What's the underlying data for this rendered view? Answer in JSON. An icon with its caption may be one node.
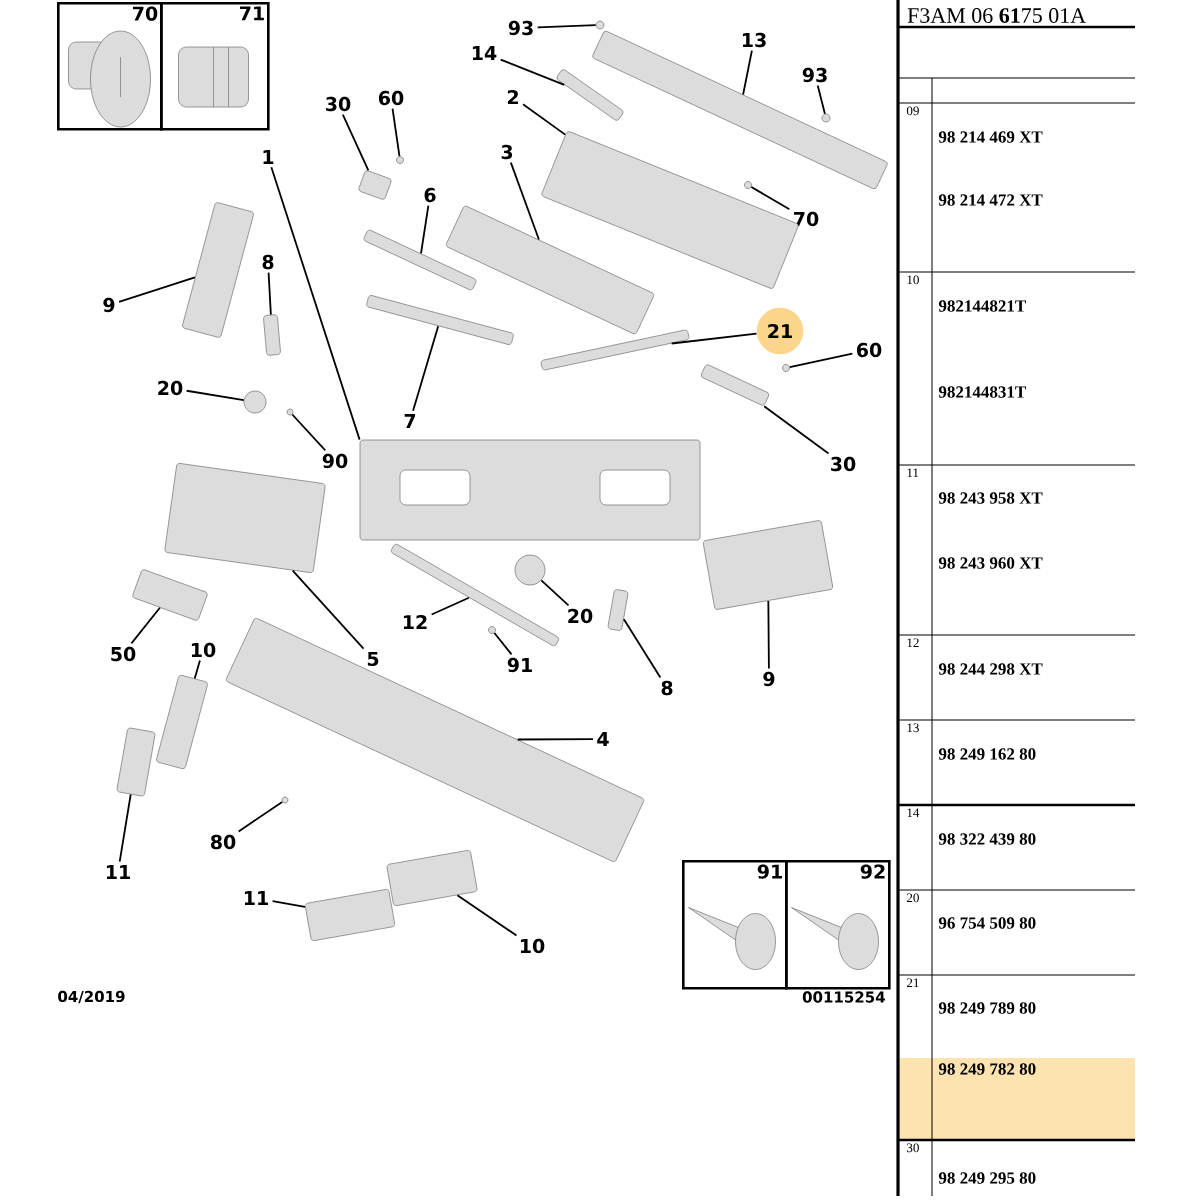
{
  "diagram": {
    "nodes": [
      {
        "text": [
          "70"
        ]
      },
      {
        "text": [
          "71"
        ]
      },
      {
        "text": [
          "93"
        ]
      },
      {
        "text": [
          "14"
        ]
      },
      {
        "text": [
          "13"
        ]
      },
      {
        "text": [
          "93"
        ]
      },
      {
        "text": [
          "2"
        ]
      },
      {
        "text": [
          "30"
        ]
      },
      {
        "text": [
          "60"
        ]
      },
      {
        "text": [
          "3"
        ]
      },
      {
        "text": [
          "1"
        ]
      },
      {
        "text": [
          "6"
        ]
      },
      {
        "text": [
          "70"
        ]
      },
      {
        "text": [
          "8"
        ]
      },
      {
        "text": [
          "9"
        ]
      },
      {
        "text": [
          "21"
        ]
      },
      {
        "text": [
          "60"
        ]
      },
      {
        "text": [
          "20"
        ]
      },
      {
        "text": [
          "7"
        ]
      },
      {
        "text": [
          "90"
        ]
      },
      {
        "text": [
          "30"
        ]
      },
      {
        "text": [
          "12"
        ]
      },
      {
        "text": [
          "20"
        ]
      },
      {
        "text": [
          "5"
        ]
      },
      {
        "text": [
          "50"
        ]
      },
      {
        "text": [
          "10"
        ]
      },
      {
        "text": [
          "91"
        ]
      },
      {
        "text": [
          "8"
        ]
      },
      {
        "text": [
          "9"
        ]
      },
      {
        "text": [
          "4"
        ]
      },
      {
        "text": [
          "80"
        ]
      },
      {
        "text": [
          "11"
        ]
      },
      {
        "text": [
          "11"
        ]
      },
      {
        "text": [
          "10"
        ]
      },
      {
        "text": [
          "91"
        ]
      },
      {
        "text": [
          "92"
        ]
      },
      {
        "text": [],
        "shape": "circle"
      },
      {
        "text": [],
        "shape": "box"
      },
      {
        "text": [],
        "shape": "box"
      },
      {
        "text": [],
        "shape": "circle"
      },
      {
        "text": [],
        "shape": "box"
      },
      {
        "text": [],
        "shape": "box"
      },
      {
        "text": [],
        "shape": "circle"
      },
      {
        "text": [],
        "shape": "box"
      },
      {
        "text": [],
        "shape": "box"
      },
      {
        "text": [],
        "shape": "box"
      },
      {
        "text": [],
        "shape": "circle"
      },
      {
        "text": [],
        "shape": "box"
      },
      {
        "text": [],
        "shape": "box"
      },
      {
        "text": [],
        "shape": "box"
      },
      {
        "text": [],
        "shape": "circle"
      },
      {
        "text": [],
        "shape": "circle"
      },
      {
        "text": [],
        "shape": "box"
      },
      {
        "text": [],
        "shape": "circle"
      },
      {
        "text": [],
        "shape": "box"
      },
      {
        "text": [],
        "shape": "box"
      },
      {
        "text": [],
        "shape": "circle"
      },
      {
        "text": [],
        "shape": "box"
      },
      {
        "text": [],
        "shape": "box"
      },
      {
        "text": [],
        "shape": "box"
      },
      {
        "text": [],
        "shape": "circle"
      },
      {
        "text": [],
        "shape": "box"
      },
      {
        "text": [],
        "shape": "box"
      },
      {
        "text": [],
        "shape": "box"
      },
      {
        "text": [],
        "shape": "circle"
      },
      {
        "text": [],
        "shape": "box"
      },
      {
        "text": [],
        "shape": "box"
      },
      {
        "text": [],
        "shape": "box"
      }
    ],
    "edges": [
      {
        "from": 2,
        "to": 36,
        "arrow": "none"
      },
      {
        "from": 3,
        "to": 37,
        "arrow": "none"
      },
      {
        "from": 4,
        "to": 38,
        "arrow": "none"
      },
      {
        "from": 5,
        "to": 39,
        "arrow": "none"
      },
      {
        "from": 6,
        "to": 40,
        "arrow": "none"
      },
      {
        "from": 7,
        "to": 41,
        "arrow": "none"
      },
      {
        "from": 8,
        "to": 42,
        "arrow": "none"
      },
      {
        "from": 9,
        "to": 43,
        "arrow": "none"
      },
      {
        "from": 10,
        "to": 44,
        "arrow": "none"
      },
      {
        "from": 11,
        "to": 45,
        "arrow": "none"
      },
      {
        "from": 12,
        "to": 46,
        "arrow": "none"
      },
      {
        "from": 13,
        "to": 47,
        "arrow": "none"
      },
      {
        "from": 14,
        "to": 48,
        "arrow": "none"
      },
      {
        "from": 15,
        "to": 49,
        "arrow": "none"
      },
      {
        "from": 16,
        "to": 50,
        "arrow": "none"
      },
      {
        "from": 17,
        "to": 51,
        "arrow": "none"
      },
      {
        "from": 18,
        "to": 52,
        "arrow": "none"
      },
      {
        "from": 19,
        "to": 53,
        "arrow": "none"
      },
      {
        "from": 20,
        "to": 54,
        "arrow": "none"
      },
      {
        "from": 21,
        "to": 55,
        "arrow": "none"
      },
      {
        "from": 22,
        "to": 56,
        "arrow": "none"
      },
      {
        "from": 23,
        "to": 57,
        "arrow": "none"
      },
      {
        "from": 24,
        "to": 58,
        "arrow": "none"
      },
      {
        "from": 25,
        "to": 59,
        "arrow": "none"
      },
      {
        "from": 26,
        "to": 60,
        "arrow": "none"
      },
      {
        "from": 27,
        "to": 61,
        "arrow": "none"
      },
      {
        "from": 28,
        "to": 62,
        "arrow": "none"
      },
      {
        "from": 29,
        "to": 63,
        "arrow": "none"
      },
      {
        "from": 30,
        "to": 64,
        "arrow": "none"
      },
      {
        "from": 31,
        "to": 65,
        "arrow": "none"
      },
      {
        "from": 32,
        "to": 66,
        "arrow": "none"
      },
      {
        "from": 33,
        "to": 67,
        "arrow": "none"
      }
    ],
    "labels": [
      "F3AM 06 **61**75 01A",
      "09",
      "98 214 469 XT",
      "98 214 472 XT",
      "10",
      "982144821T",
      "982144831T",
      "11",
      "98 243 958 XT",
      "98 243 960 XT",
      "12",
      "98 244 298 XT",
      "13",
      "98 249 162 80",
      "14",
      "98 322 439 80",
      "20",
      "96 754 509 80",
      "21",
      "98 249 789 80",
      "98 249 782 80",
      "30",
      "98 249 295 80",
      "04/2019",
      "00115254"
    ]
  }
}
